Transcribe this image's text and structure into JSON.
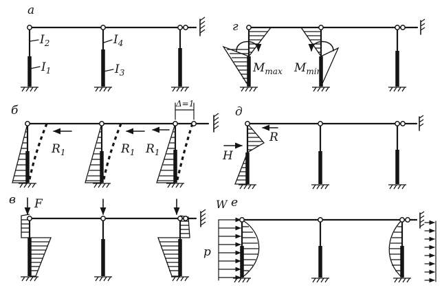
{
  "panels": {
    "a": "а",
    "b": "б",
    "v": "в",
    "g": "г",
    "d": "д",
    "e": "е"
  },
  "labels": {
    "I2": "I",
    "I2_sub": "2",
    "I1": "I",
    "I1_sub": "1",
    "I4": "I",
    "I4_sub": "4",
    "I3": "I",
    "I3_sub": "3",
    "R1": "R",
    "R1_sub": "1",
    "delta": "Δ=1",
    "F": "F",
    "Mmax": "M",
    "Mmax_sub": "max",
    "Mmin": "M",
    "Mmin_sub": "min",
    "R": "R",
    "H": "H",
    "W": "W",
    "p": "p"
  },
  "colors": {
    "ink": "#151515",
    "paper": "#ffffff"
  }
}
